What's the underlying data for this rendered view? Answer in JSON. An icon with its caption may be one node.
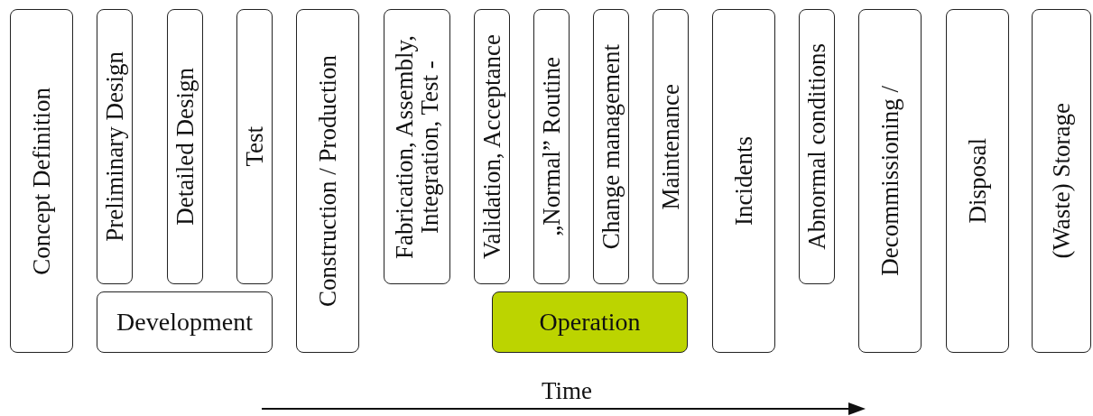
{
  "diagram": {
    "nodes": [
      {
        "text": [
          "Concept Definition"
        ]
      },
      {
        "text": [
          "Preliminary Design"
        ]
      },
      {
        "text": [
          "Detailed Design"
        ]
      },
      {
        "text": [
          "Test"
        ]
      },
      {
        "text": [
          "Development"
        ]
      },
      {
        "text": [
          "Construction / Production"
        ]
      },
      {
        "text": [
          "Fabrication, Assembly, Integration, Test -"
        ]
      },
      {
        "text": [
          "Validation, Acceptance"
        ]
      },
      {
        "text": [
          "„Normal” Routine"
        ]
      },
      {
        "text": [
          "Change management"
        ]
      },
      {
        "text": [
          "Maintenance"
        ]
      },
      {
        "text": [
          "Operation"
        ]
      },
      {
        "text": [
          "Incidents"
        ]
      },
      {
        "text": [
          "Abnormal conditions"
        ]
      },
      {
        "text": [
          "Decommissioning /"
        ]
      },
      {
        "text": [
          "Disposal"
        ]
      },
      {
        "text": [
          "(Waste) Storage"
        ]
      }
    ],
    "labels": [
      "Time"
    ]
  }
}
